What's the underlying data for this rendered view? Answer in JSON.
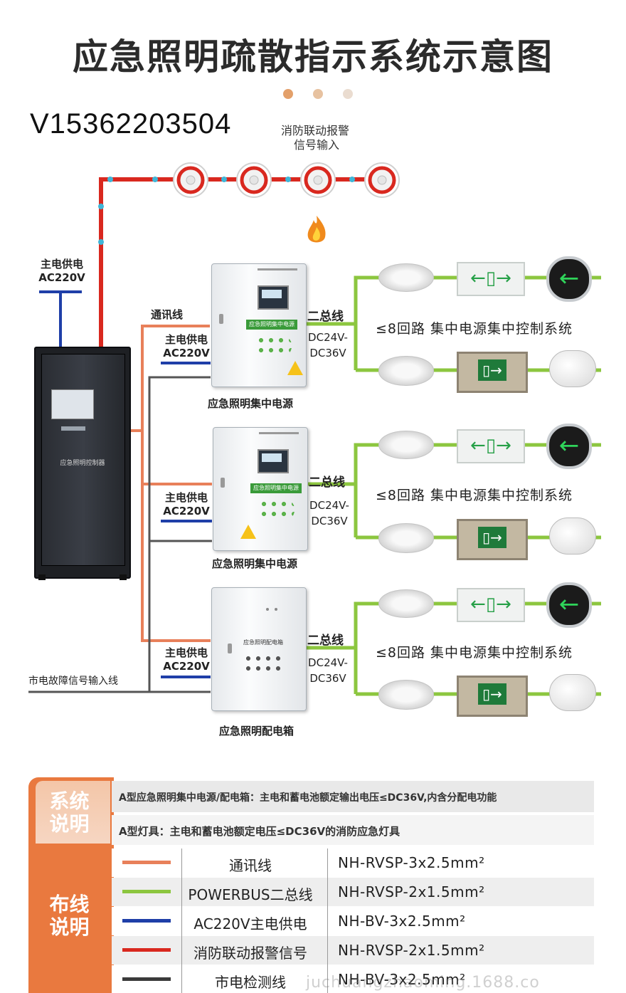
{
  "title": "应急照明疏散指示系统示意图",
  "phone": "V15362203504",
  "fire_signal": {
    "line1": "消防联动报警",
    "line2": "信号输入"
  },
  "main_power": {
    "line1": "主电供电",
    "line2": "AC220V"
  },
  "comm_line_label": "通讯线",
  "cabinet_label": "应急照明控制器",
  "mains_fault_label": "市电故障信号输入线",
  "units": [
    {
      "name": "应急照明集中电源",
      "panel": "应急照明集中电源",
      "power1": "主电供电",
      "power2": "AC220V",
      "bus": "二总线",
      "dc1": "DC24V-",
      "dc2": "DC36V",
      "system": "≤8回路  集中电源集中控制系统"
    },
    {
      "name": "应急照明集中电源",
      "panel": "应急照明集中电源",
      "power1": "主电供电",
      "power2": "AC220V",
      "bus": "二总线",
      "dc1": "DC24V-",
      "dc2": "DC36V",
      "system": "≤8回路  集中电源集中控制系统"
    },
    {
      "name": "应急照明配电箱",
      "panel": "应急照明配电箱",
      "power1": "主电供电",
      "power2": "AC220V",
      "bus": "二总线",
      "dc1": "DC24V-",
      "dc2": "DC36V",
      "system": "≤8回路  集中电源集中控制系统"
    }
  ],
  "explain": {
    "system_tag": [
      "系统",
      "说明"
    ],
    "wiring_tag": [
      "布线",
      "说明"
    ],
    "row1": "A型应急照明集中电源/配电箱：主电和蓄电池额定输出电压≤DC36V,内含分配电功能",
    "row2": "A型灯具：主电和蓄电池额定电压≤DC36V的消防应急灯具"
  },
  "legend": [
    {
      "name": "通讯线",
      "spec": "NH-RVSP-3x2.5mm²",
      "color": "#e8805a"
    },
    {
      "name": "POWERBUS二总线",
      "spec": "NH-RVSP-2x1.5mm²",
      "color": "#8cc63f"
    },
    {
      "name": "AC220V主电供电",
      "spec": "NH-BV-3x2.5mm²",
      "color": "#1f3fa8"
    },
    {
      "name": "消防联动报警信号",
      "spec": "NH-RVSP-2x1.5mm²",
      "color": "#d9281f"
    },
    {
      "name": "市电检测线",
      "spec": "NH-BV-3x2.5mm²",
      "color": "#3a3a3a"
    }
  ],
  "colors": {
    "orange": "#e8805a",
    "green": "#8cc63f",
    "blue": "#1f3fa8",
    "red": "#d9281f",
    "gray": "#555555",
    "accent": "#e9793f"
  },
  "watermark": "juchuangzhaoming.1688.co"
}
